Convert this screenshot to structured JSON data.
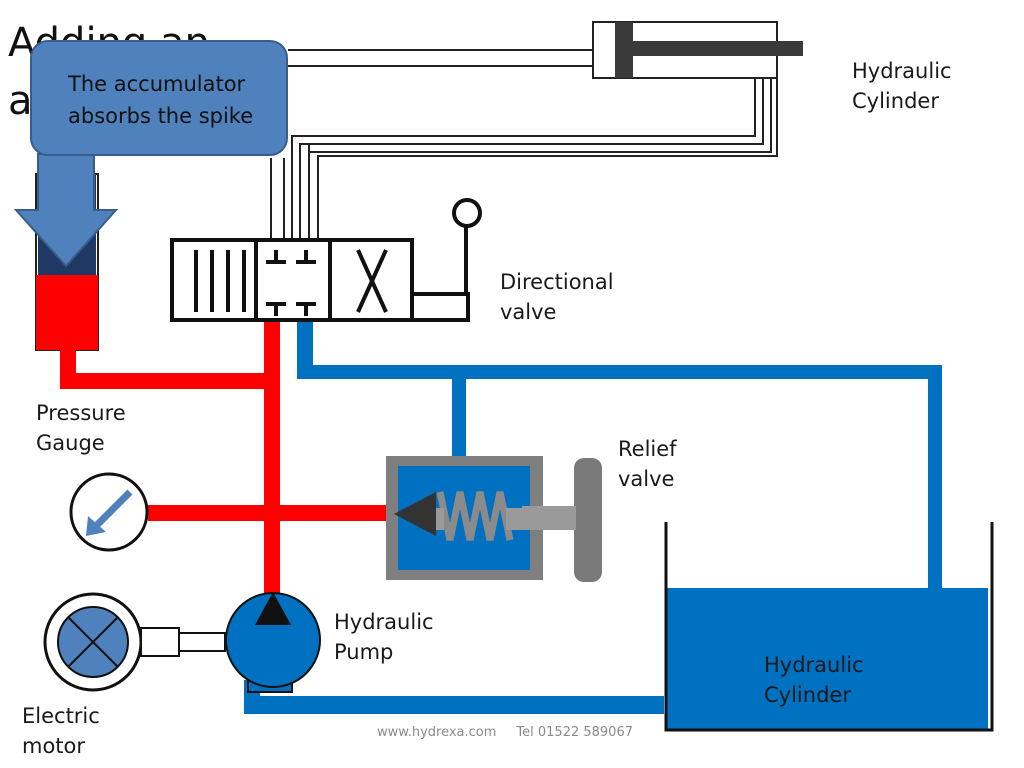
{
  "title": {
    "line1": "Adding an",
    "line2": "a"
  },
  "callout": {
    "line1": "The accumulator",
    "line2": "absorbs the spike"
  },
  "labels": {
    "cylinder_top": [
      "Hydraulic",
      "Cylinder"
    ],
    "directional_valve": [
      "Directional",
      "valve"
    ],
    "pressure_gauge": [
      "Pressure",
      "Gauge"
    ],
    "relief_valve": [
      "Relief",
      "valve"
    ],
    "pump": [
      "Hydraulic",
      "Pump"
    ],
    "tank": [
      "Hydraulic",
      "Cylinder"
    ],
    "motor": [
      "Electric",
      "motor"
    ]
  },
  "footer": {
    "website": "www.hydrexa.com",
    "phone": "Tel 01522 589067"
  },
  "colors": {
    "pressure_line": "#ff0000",
    "return_line": "#0070c0",
    "fluid": "#0070c0",
    "callout_fill": "#4f81bd",
    "callout_border": "#385d8a",
    "motor_fill": "#4f81bd"
  },
  "icons": {
    "motor": "x-in-circle-icon",
    "gauge": "needle-arrow-icon",
    "pump": "triangle-up-icon",
    "relief_valve": "triangle-left-icon",
    "lever": "circle-lever-icon"
  }
}
